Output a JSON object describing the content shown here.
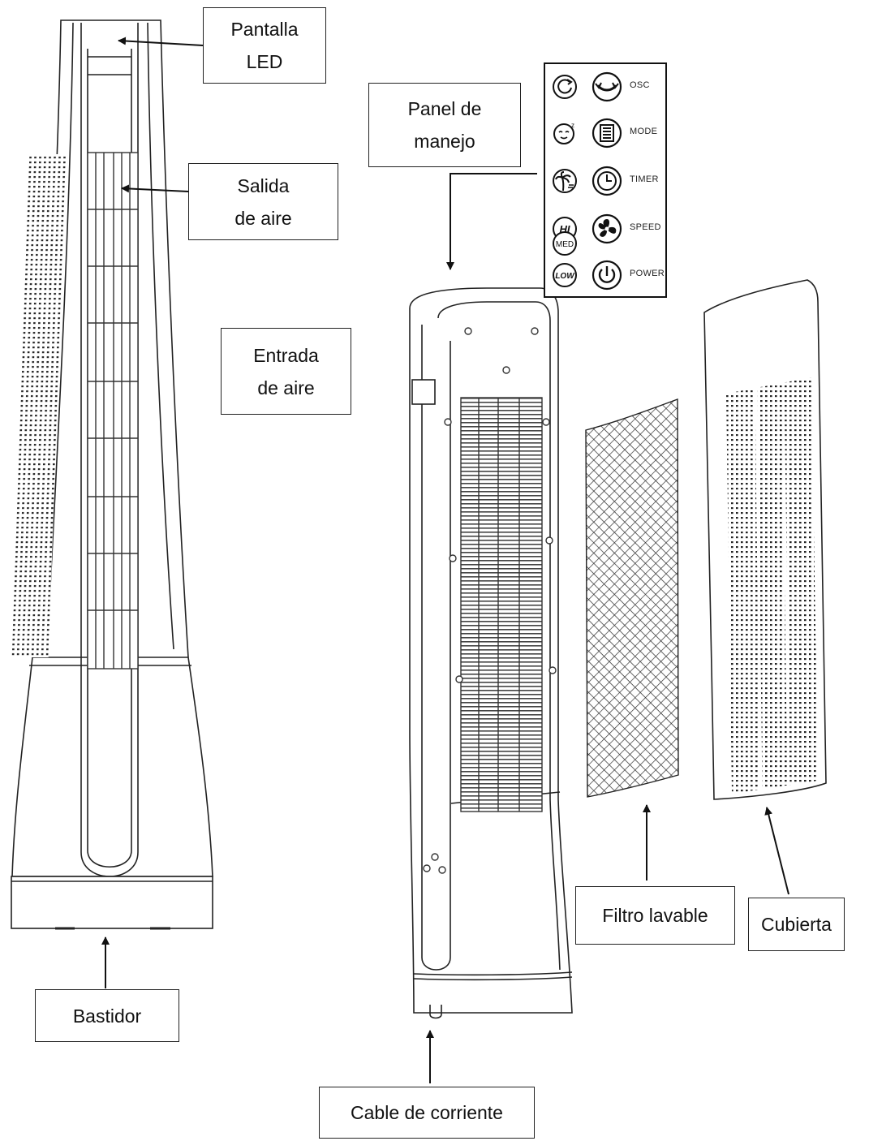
{
  "labels": {
    "led_display": "Pantalla\nLED",
    "control_panel": "Panel de\nmanejo",
    "air_outlet": "Salida\nde aire",
    "air_inlet": "Entrada\nde aire",
    "base": "Bastidor",
    "power_cord": "Cable de corriente",
    "washable_filter": "Filtro lavable",
    "cover": "Cubierta"
  },
  "control_panel": {
    "buttons": [
      {
        "left_icon": "oscillation-swing-icon",
        "right_icon": "osc-arrow-icon",
        "label": "OSC"
      },
      {
        "left_icon": "sleep-mode-icon",
        "right_icon": "mode-list-icon",
        "label": "MODE"
      },
      {
        "left_icon": "natural-wind-palm-icon",
        "right_icon": "timer-clock-icon",
        "label": "TIMER"
      },
      {
        "left_icon": "hi-speed-icon",
        "left_text": "HI",
        "right_icon": "fan-blades-icon",
        "label": "SPEED"
      },
      {
        "left_icon": "med-speed-icon",
        "left_text": "MED",
        "right_icon": "power-icon",
        "label": "POWER"
      },
      {
        "left_icon": "low-speed-icon",
        "left_text": "LOW"
      }
    ]
  }
}
